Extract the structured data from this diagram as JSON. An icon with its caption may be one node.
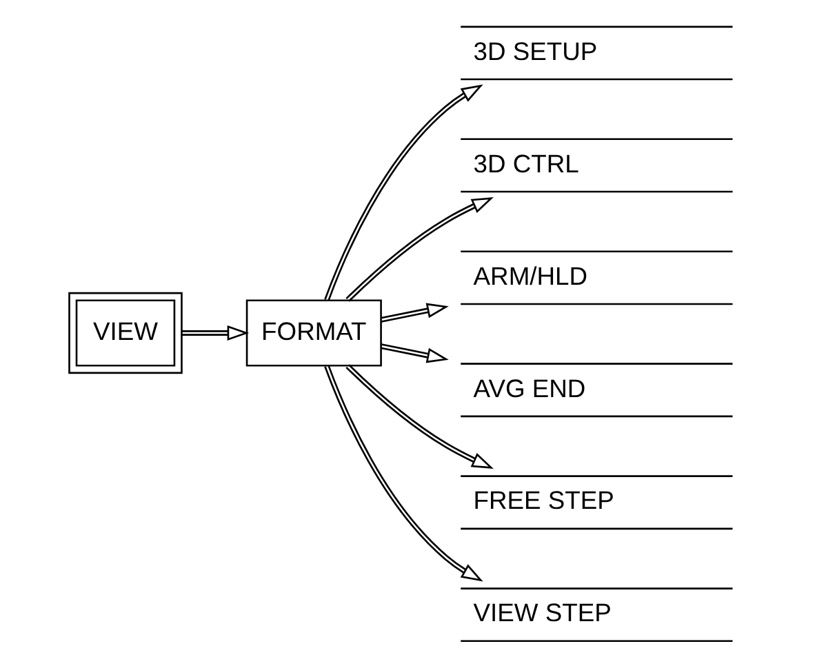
{
  "diagram": {
    "nodes": [
      {
        "text": [
          "VIEW"
        ]
      },
      {
        "text": [
          "FORMAT"
        ]
      },
      {
        "text": [
          "3D SETUP"
        ]
      },
      {
        "text": [
          "3D CTRL"
        ]
      },
      {
        "text": [
          "ARM/HLD"
        ]
      },
      {
        "text": [
          "AVG END"
        ]
      },
      {
        "text": [
          "FREE STEP"
        ]
      },
      {
        "text": [
          "VIEW STEP"
        ]
      }
    ],
    "edges": [
      {
        "from": 0,
        "to": 1,
        "arrow": "to"
      },
      {
        "from": 1,
        "to": 2,
        "arrow": "to"
      },
      {
        "from": 1,
        "to": 3,
        "arrow": "to"
      },
      {
        "from": 1,
        "to": 4,
        "arrow": "to"
      },
      {
        "from": 1,
        "to": 5,
        "arrow": "to"
      },
      {
        "from": 1,
        "to": 6,
        "arrow": "to"
      },
      {
        "from": 1,
        "to": 7,
        "arrow": "to"
      }
    ]
  }
}
